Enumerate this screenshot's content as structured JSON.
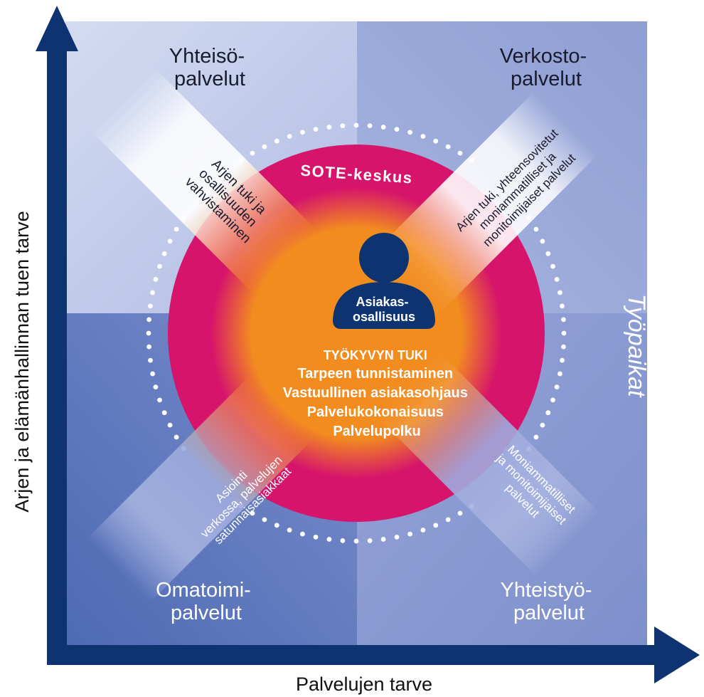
{
  "axes": {
    "y_label": "Arjen ja elämänhallinnan tuen tarve",
    "x_label": "Palvelujen tarve"
  },
  "quadrants": {
    "top_left": [
      "Yhteisö-",
      "palvelut"
    ],
    "top_right": [
      "Verkosto-",
      "palvelut"
    ],
    "bottom_left": [
      "Omatoimi-",
      "palvelut"
    ],
    "bottom_right": [
      "Yhteistyö-",
      "palvelut"
    ]
  },
  "side_label": "Työpaikat",
  "ring_label": "SOTE-keskus",
  "client": [
    "Asiakas-",
    "osallisuus"
  ],
  "center_lines": [
    "TYÖKYVYN TUKI",
    "Tarpeen tunnistaminen",
    "Vastuullinen asiakasohjaus",
    "Palvelukokonaisuus",
    "Palvelupolku"
  ],
  "bands": {
    "top_left": [
      "Arjen tuki ja",
      "osallisuuden",
      "vahvistaminen"
    ],
    "top_right": [
      "Arjen tuki, yhteensovitetut",
      "moniammatilliset ja",
      "monitoimijaiset palvelut"
    ],
    "bottom_left": [
      "Asiointi",
      "verkossa, palvelujen",
      "satunnaisasiakkaat"
    ],
    "bottom_right": [
      "Moniammatilliset",
      "ja monitoimijaiset",
      "palvelut"
    ]
  },
  "colors": {
    "axis": "#0d3470",
    "ring": "#d6146b",
    "center": "#f28c1f",
    "person": "#0d3470",
    "bg_light": "#cdd5ee",
    "bg_dark": "#5570b8"
  }
}
